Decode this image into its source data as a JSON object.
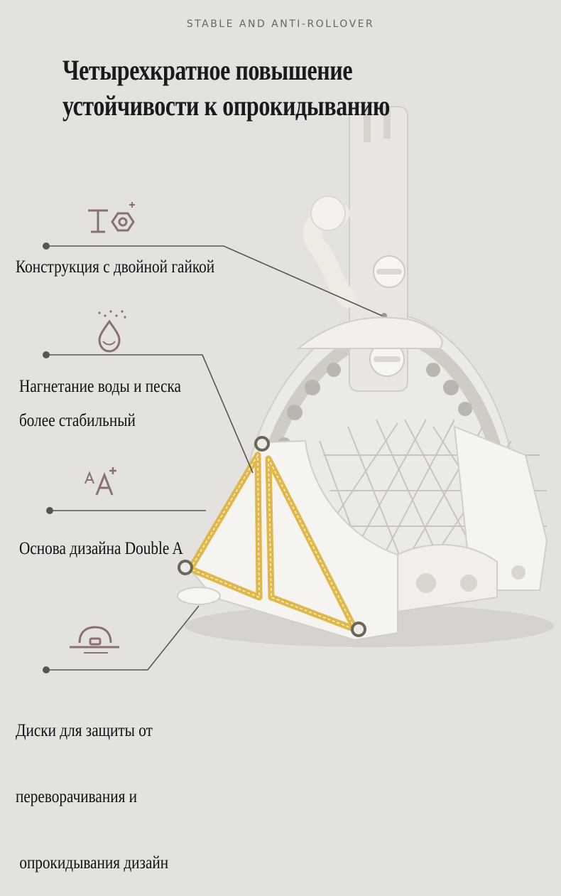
{
  "tagline": "STABLE AND ANTI-ROLLOVER",
  "headline": {
    "line1": "Четырехкратное повышение",
    "line2": "устойчивости к опрокидыванию"
  },
  "features": [
    {
      "icon": "double-nut-icon",
      "lines": [
        "Конструкция с двойной гайкой"
      ]
    },
    {
      "icon": "water-sand-icon",
      "lines": [
        "Нагнетание воды и песка",
        "более стабильный"
      ]
    },
    {
      "icon": "font-size-increase-icon",
      "lines": [
        "Основа дизайна Double A"
      ]
    },
    {
      "icon": "anti-rollover-disc-icon",
      "lines": [
        "Диски для защиты от",
        "переворачивания и",
        " опрокидывания дизайн"
      ]
    }
  ],
  "colors": {
    "accent": "#e0b84a",
    "icon": "#8a7070",
    "line": "#555555",
    "product": "#f3f1ee"
  }
}
